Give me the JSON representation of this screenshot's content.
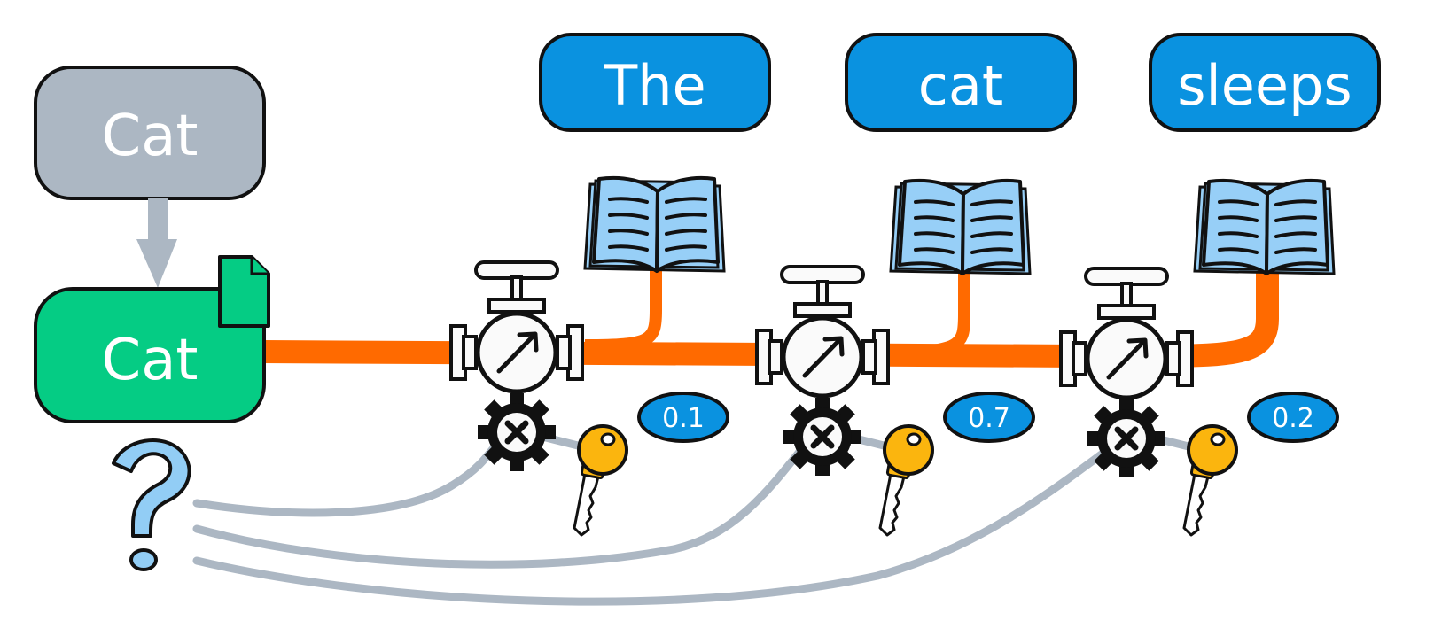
{
  "diagram": {
    "type": "pipeline-illustration",
    "source_node": {
      "label": "Cat",
      "color": "#acb7c3"
    },
    "query_node": {
      "label": "Cat",
      "color": "#05cc84",
      "icon": "document-icon"
    },
    "question_icon": {
      "glyph": "?",
      "color": "#92cdf5",
      "name": "question-mark-icon"
    },
    "pipe_color": "#ff6a00",
    "wire_color": "#acb7c3",
    "stages": [
      {
        "word": "The",
        "score": "0.1"
      },
      {
        "word": "cat",
        "score": "0.7"
      },
      {
        "word": "sleeps",
        "score": "0.2"
      }
    ],
    "colors": {
      "word_box": "#0a92e0",
      "score_badge": "#0a92e0",
      "book": "#97cff7",
      "key": "#fbb50e",
      "outline": "#111111"
    },
    "icons": [
      "book-icon",
      "valve-icon",
      "gear-x-icon",
      "key-icon"
    ]
  }
}
